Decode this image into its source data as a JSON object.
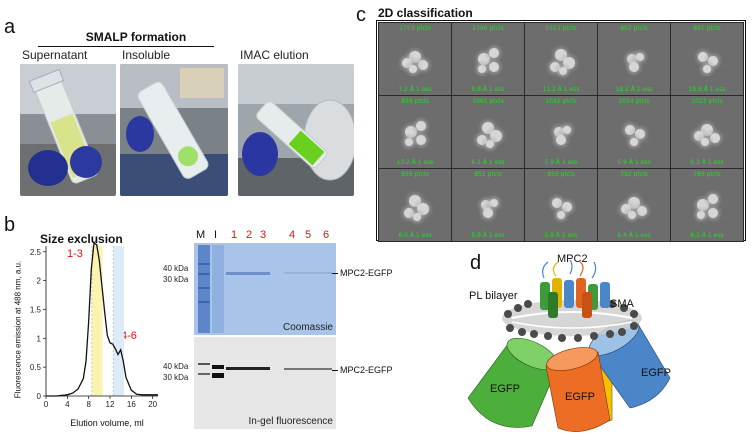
{
  "panels": {
    "a": "a",
    "b": "b",
    "c": "c",
    "d": "d"
  },
  "panel_a": {
    "header": "SMALP formation",
    "photos": [
      "Supernatant",
      "Insoluble",
      "IMAC elution"
    ]
  },
  "panel_b": {
    "title": "Size exclusion",
    "ylabel": "Fluorescence emission at 488 nm, a.u.",
    "xlabel": "Elution volume, ml",
    "region1": "1-3",
    "region2": "4-6",
    "lanes": [
      "M",
      "I",
      "1",
      "2",
      "3",
      "4",
      "5",
      "6"
    ],
    "mw_top": [
      "40 kDa",
      "30 kDa"
    ],
    "mw_bottom": [
      "40 kDa",
      "30 kDa"
    ],
    "band_label_top": "MPC2-EGFP",
    "band_label_bottom": "MPC2-EGFP",
    "gel_top_caption": "Coomassie",
    "gel_bottom_caption": "In-gel fluorescence"
  },
  "panel_c": {
    "title": "2D classification",
    "classes": [
      {
        "ptcls": "2753 ptcls",
        "res": "7.2 Å 1 ess"
      },
      {
        "ptcls": "2396 ptcls",
        "res": "5.8 Å 1 ess"
      },
      {
        "ptcls": "3312 ptcls",
        "res": "11.2 Å 1 ess"
      },
      {
        "ptcls": "802 ptcls",
        "res": "18.2 Å 1 ess"
      },
      {
        "ptcls": "881 ptcls",
        "res": "19.8 Å 1 ess"
      },
      {
        "ptcls": "859 ptcls",
        "res": "13.2 Å 1 ess"
      },
      {
        "ptcls": "1061 ptcls",
        "res": "6.1 Å 1 ess"
      },
      {
        "ptcls": "1032 ptcls",
        "res": "5.9 Å 1 ess"
      },
      {
        "ptcls": "1024 ptcls",
        "res": "5.9 Å 1 ess"
      },
      {
        "ptcls": "1023 ptcls",
        "res": "6.2 Å 1 ess"
      },
      {
        "ptcls": "856 ptcls",
        "res": "6.0 Å 1 ess"
      },
      {
        "ptcls": "851 ptcls",
        "res": "5.9 Å 1 ess"
      },
      {
        "ptcls": "850 ptcls",
        "res": "5.9 Å 1 ess"
      },
      {
        "ptcls": "792 ptcls",
        "res": "6.4 Å 1 ess"
      },
      {
        "ptcls": "786 ptcls",
        "res": "6.1 Å 1 ess"
      }
    ]
  },
  "panel_d": {
    "mpc2": "MPC2",
    "pl": "PL bilayer",
    "sma": "SMA",
    "egfp": [
      "EGFP",
      "EGFP",
      "EGFP"
    ]
  },
  "chart_data": {
    "type": "line",
    "title": "Size exclusion",
    "xlabel": "Elution volume, ml",
    "ylabel": "Fluorescence emission at 488 nm, a.u.",
    "xlim": [
      0,
      21
    ],
    "ylim": [
      0,
      2.6
    ],
    "xticks": [
      0,
      4,
      8,
      12,
      16,
      20
    ],
    "yticks": [
      0,
      0.5,
      1,
      1.5,
      2,
      2.5
    ],
    "x": [
      0,
      2,
      4,
      5,
      6,
      7,
      7.5,
      8,
      8.5,
      9,
      9.5,
      10,
      10.5,
      11,
      11.5,
      12,
      12.5,
      13,
      13.5,
      14,
      14.5,
      15,
      16,
      17,
      18,
      19,
      20,
      21
    ],
    "y": [
      0,
      0,
      0.02,
      0.05,
      0.12,
      0.3,
      0.6,
      1.3,
      2.2,
      2.65,
      2.62,
      2.35,
      1.9,
      1.45,
      1.05,
      0.92,
      0.9,
      0.82,
      0.72,
      0.8,
      0.6,
      0.32,
      0.1,
      0.03,
      0.02,
      0.02,
      0.02,
      0.02
    ],
    "shaded_regions": [
      {
        "label": "1-3",
        "x": [
          8.6,
          10.6
        ],
        "color": "#fbf3b0"
      },
      {
        "label": "4-6",
        "x": [
          12.6,
          14.6
        ],
        "color": "#dcebf8"
      }
    ],
    "line_color": "#111111"
  }
}
